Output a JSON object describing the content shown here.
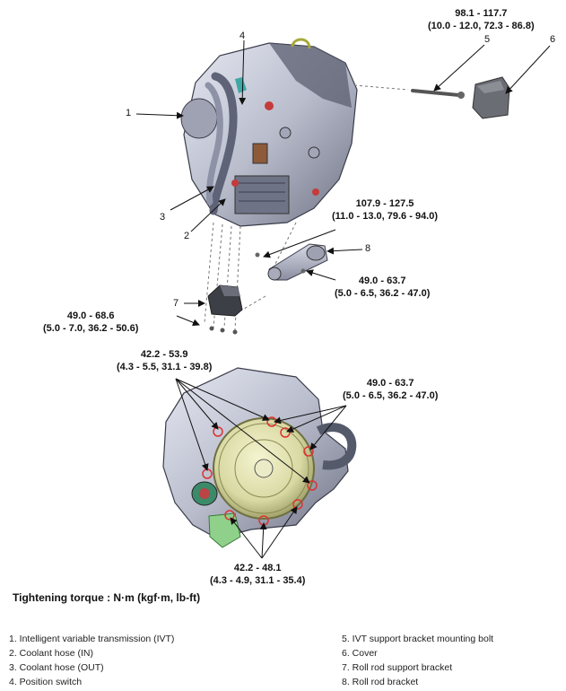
{
  "callouts": {
    "c1": "1",
    "c2": "2",
    "c3": "3",
    "c4": "4",
    "c5": "5",
    "c6": "6",
    "c7": "7",
    "c8": "8"
  },
  "torques": {
    "t1": {
      "line1": "98.1 - 117.7",
      "line2": "(10.0 - 12.0, 72.3 - 86.8)"
    },
    "t2": {
      "line1": "107.9 - 127.5",
      "line2": "(11.0 - 13.0, 79.6 - 94.0)"
    },
    "t3": {
      "line1": "49.0 - 63.7",
      "line2": "(5.0 - 6.5, 36.2 - 47.0)"
    },
    "t4": {
      "line1": "49.0 - 68.6",
      "line2": "(5.0 - 7.0, 36.2 - 50.6)"
    },
    "t5": {
      "line1": "42.2 - 53.9",
      "line2": "(4.3 - 5.5, 31.1 - 39.8)"
    },
    "t6": {
      "line1": "49.0 - 63.7",
      "line2": "(5.0 - 6.5, 36.2 - 47.0)"
    },
    "t7": {
      "line1": "42.2 - 48.1",
      "line2": "(4.3 - 4.9, 31.1 - 35.4)"
    }
  },
  "torque_unit_title": "Tightening torque : N·m (kgf·m, lb-ft)",
  "legend": {
    "left": [
      "1. Intelligent variable transmission (IVT)",
      "2. Coolant hose (IN)",
      "3. Coolant hose (OUT)",
      "4. Position switch"
    ],
    "right": [
      "5. IVT support bracket mounting bolt",
      "6. Cover",
      "7. Roll rod support bracket",
      "8. Roll rod bracket"
    ]
  }
}
